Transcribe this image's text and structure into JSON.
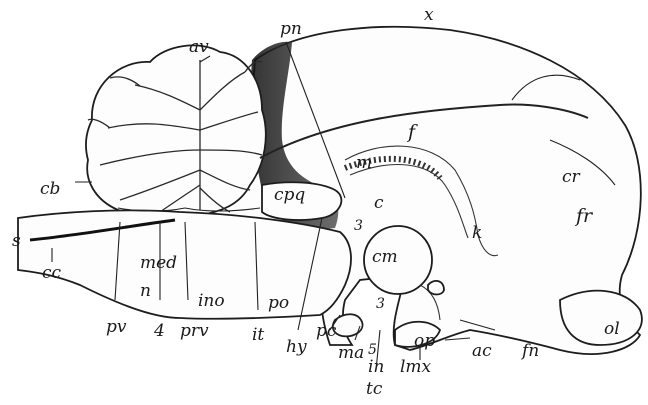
{
  "labels": {
    "pn": "pn",
    "x": "x",
    "av": "av",
    "cb": "cb",
    "m": "m",
    "cpq": "cpq",
    "f": "f",
    "cr": "cr",
    "fr": "fr",
    "c": "c",
    "three_upper": "3",
    "cm": "cm",
    "k": "k",
    "s": "s",
    "cc": "cc",
    "med": "med",
    "n": "n",
    "ino": "ino",
    "po": "po",
    "three_lower": "3",
    "ol": "ol",
    "pv": "pv",
    "four": "4",
    "prv": "prv",
    "it": "it",
    "hy": "hy",
    "pc": "pc",
    "ma": "ma",
    "five": "5",
    "in": "in",
    "op": "op",
    "lmx": "lmx",
    "ac": "ac",
    "fn": "fn",
    "tc": "tc"
  },
  "colors": {
    "ink": "#1a1a1a",
    "shade": "#2a2a2a",
    "paper": "#ffffff"
  }
}
